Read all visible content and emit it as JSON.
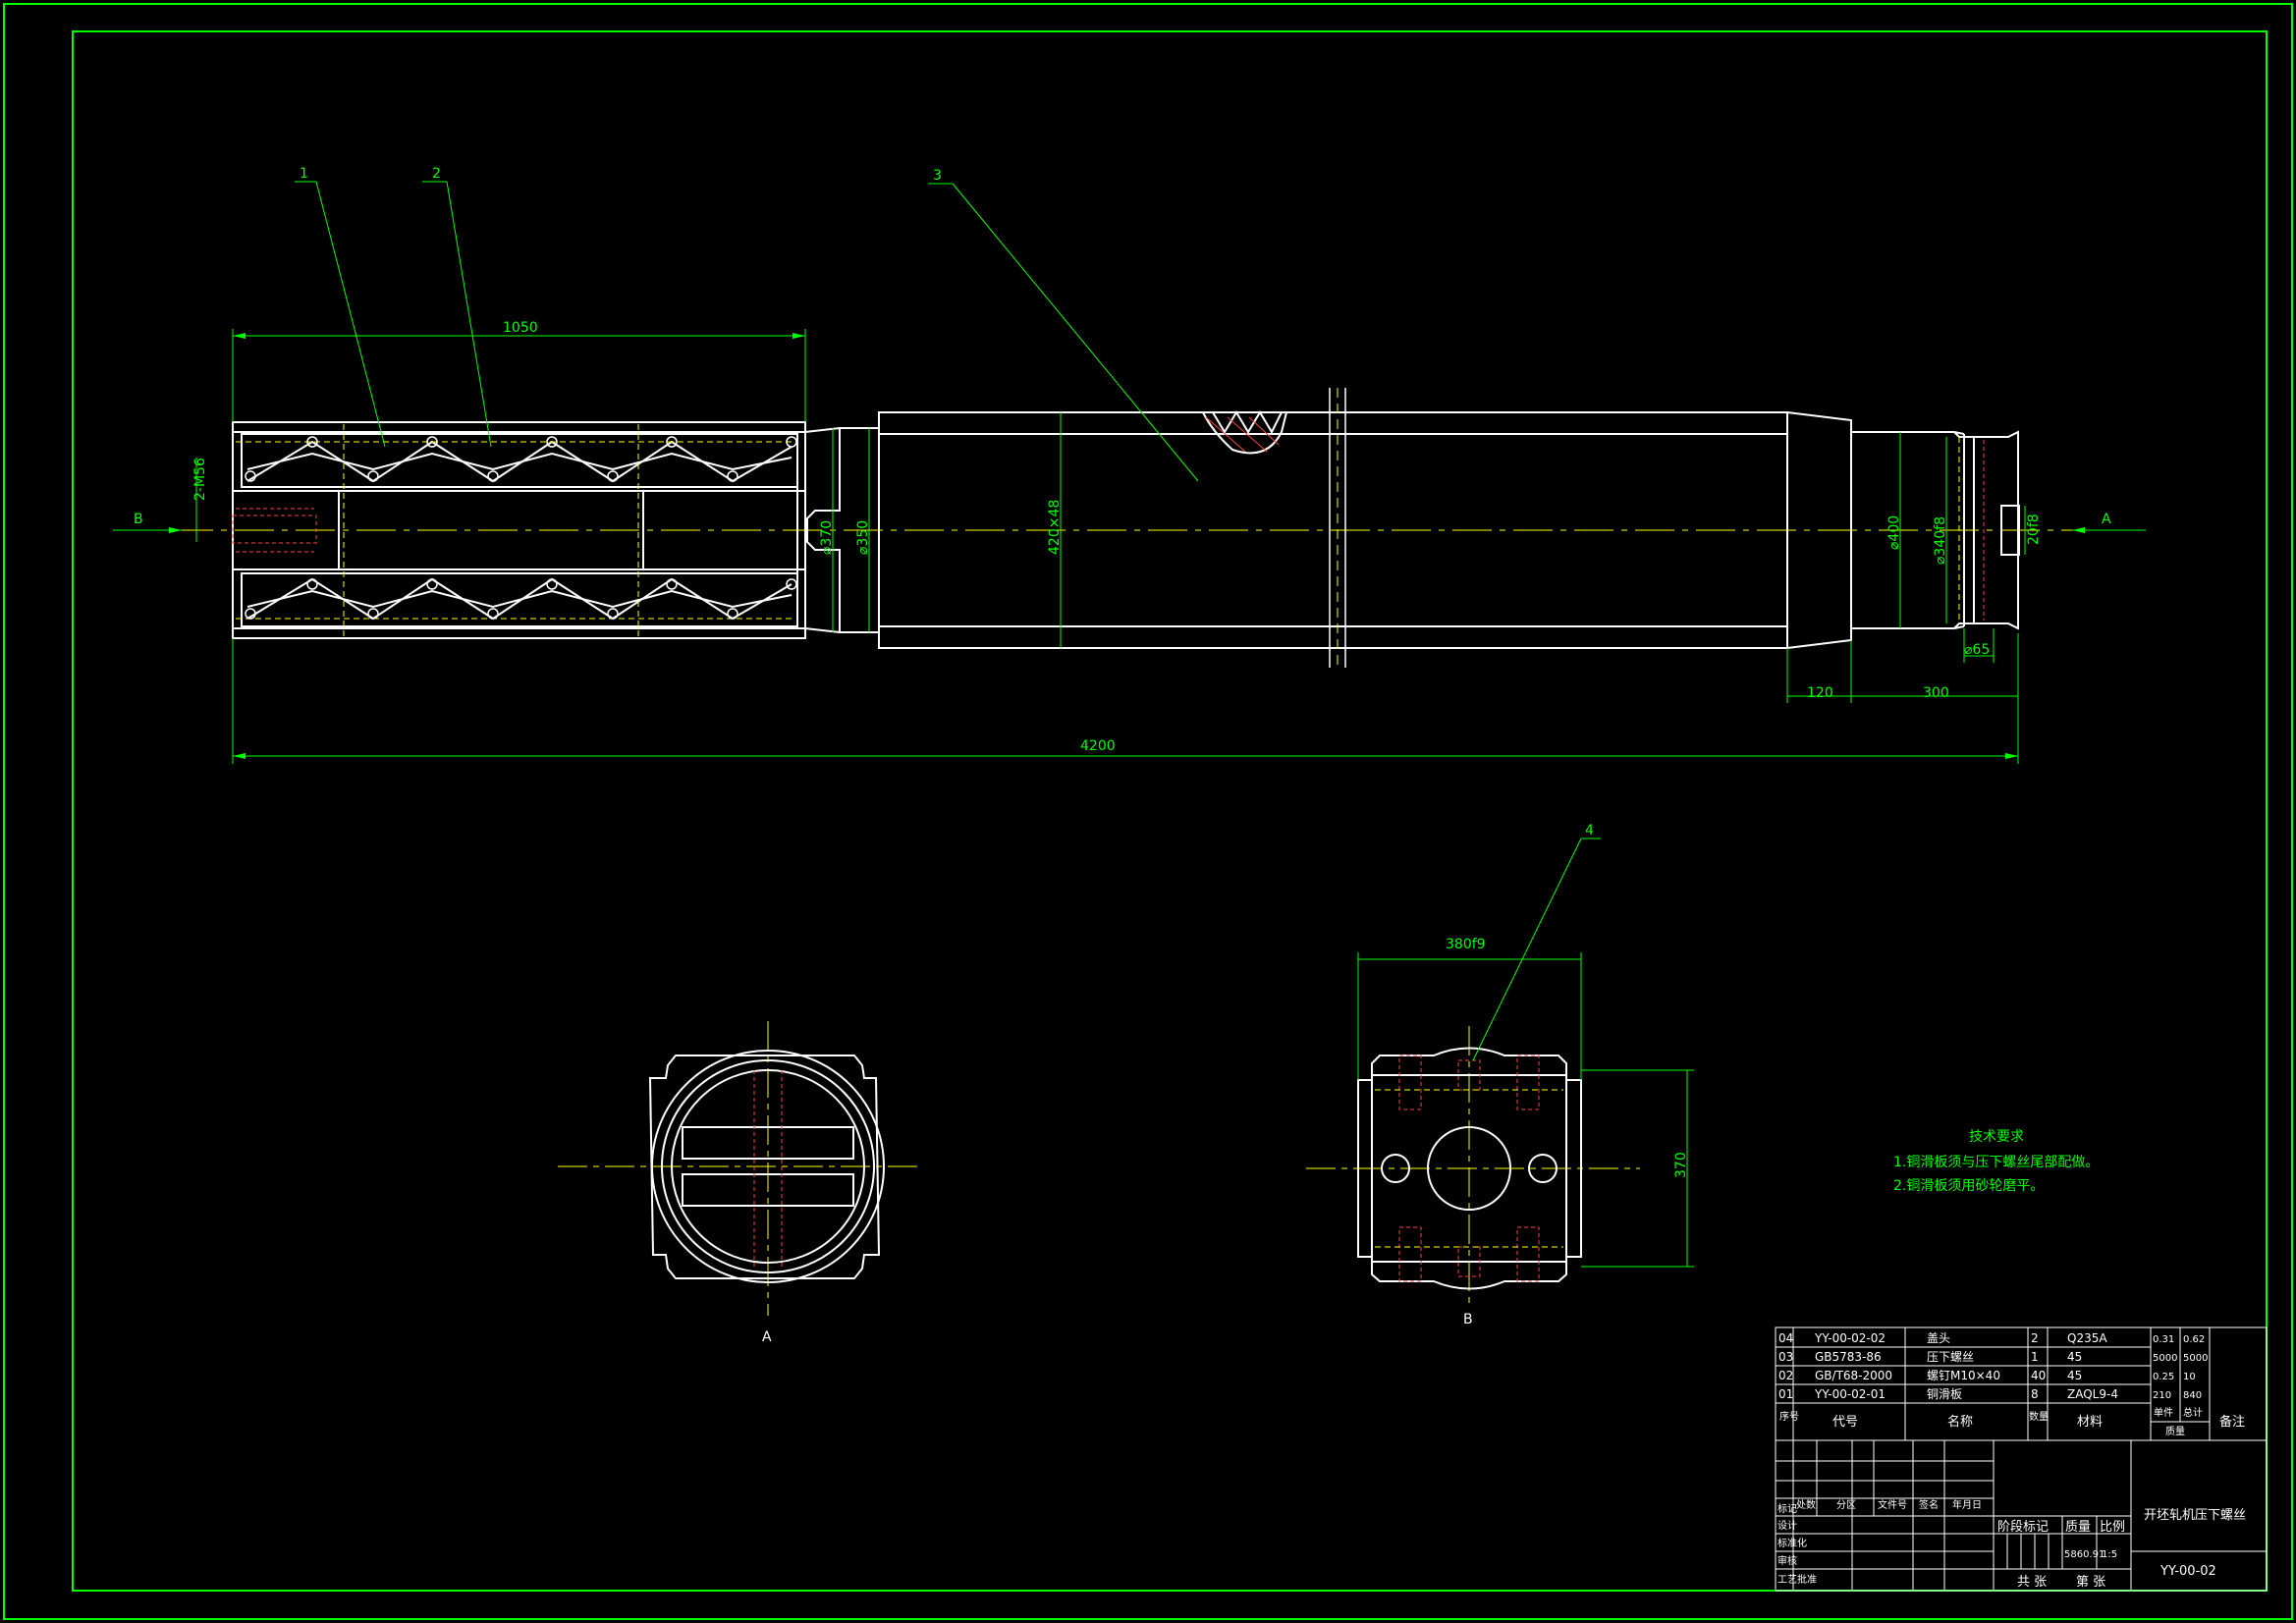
{
  "colors": {
    "background": "#000000",
    "frame": "#00ff00",
    "outline": "#ffffff",
    "centerline": "#ffff00",
    "hidden": "#ff4040",
    "text_green": "#00ff00"
  },
  "main_view": {
    "balloons": [
      "1",
      "2",
      "3"
    ],
    "dimensions": {
      "slide_length": "1050",
      "thread_hole": "2-M56",
      "dia_370": "⌀370",
      "dia_350": "⌀350",
      "thread_spec": "420×48",
      "dia_400": "⌀400",
      "dia_340": "⌀340f8",
      "key_width": "20f8",
      "dia_65": "⌀65",
      "len_120": "120",
      "len_300": "300",
      "total_length": "4200"
    },
    "section_labels": {
      "left": "B",
      "right": "A"
    }
  },
  "view_a": {
    "label": "A"
  },
  "view_b": {
    "label": "B",
    "balloon": "4",
    "dim_width": "380f9",
    "dim_height": "370"
  },
  "tech_requirements": {
    "title": "技术要求",
    "items": [
      "1.铜滑板须与压下螺丝尾部配做。",
      "2.铜滑板须用砂轮磨平。"
    ]
  },
  "parts_list": {
    "rows": [
      {
        "no": "04",
        "code": "YY-00-02-02",
        "name": "盖头",
        "qty": "2",
        "material": "Q235A",
        "unit_mass": "0.31",
        "total_mass": "0.62"
      },
      {
        "no": "03",
        "code": "GB5783-86",
        "name": "压下螺丝",
        "qty": "1",
        "material": "45",
        "unit_mass": "5000",
        "total_mass": "5000"
      },
      {
        "no": "02",
        "code": "GB/T68-2000",
        "name": "螺钉M10×40",
        "qty": "40",
        "material": "45",
        "unit_mass": "0.25",
        "total_mass": "10"
      },
      {
        "no": "01",
        "code": "YY-00-02-01",
        "name": "铜滑板",
        "qty": "8",
        "material": "ZAQL9-4",
        "unit_mass": "210",
        "total_mass": "840"
      }
    ],
    "headers": {
      "no": "序号",
      "code": "代号",
      "name": "名称",
      "qty": "数量",
      "material": "材料",
      "unit": "单件",
      "total": "总计",
      "mass": "质量",
      "remark": "备注"
    }
  },
  "title_block": {
    "rev_headers": [
      "标记",
      "处数",
      "分区",
      "文件号",
      "签名",
      "年月日"
    ],
    "roles": [
      "设计",
      "标准化",
      "审核",
      "工艺",
      "批准"
    ],
    "stage_label": "阶段标记",
    "mass_label": "质量",
    "scale_label": "比例",
    "mass_value": "5860.91",
    "scale_value": "1:5",
    "sheet_total": "共 张",
    "sheet_no": "第 张",
    "drawing_title": "开坯轧机压下螺丝",
    "drawing_number": "YY-00-02"
  }
}
